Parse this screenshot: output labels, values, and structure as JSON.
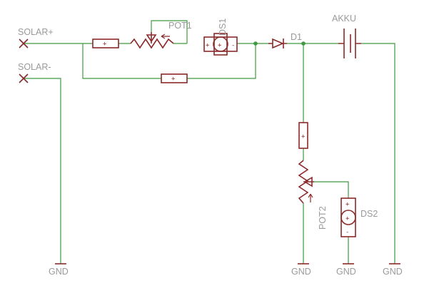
{
  "schematic": {
    "colors": {
      "background": "#ffffff",
      "wire": "#3f9a3f",
      "symbol": "#8b2a2a",
      "label": "#9a9a9a"
    },
    "connectors": {
      "solar_plus": "SOLAR+",
      "solar_minus": "SOLAR-"
    },
    "parts": {
      "pot1": "POT1",
      "ds1": "DS1",
      "d1": "D1",
      "akku": "AKKU",
      "pot2": "POT2",
      "ds2": "DS2"
    },
    "ground": {
      "label": "GND"
    },
    "pin_marks": {
      "plus": "+",
      "minus": "-"
    }
  }
}
